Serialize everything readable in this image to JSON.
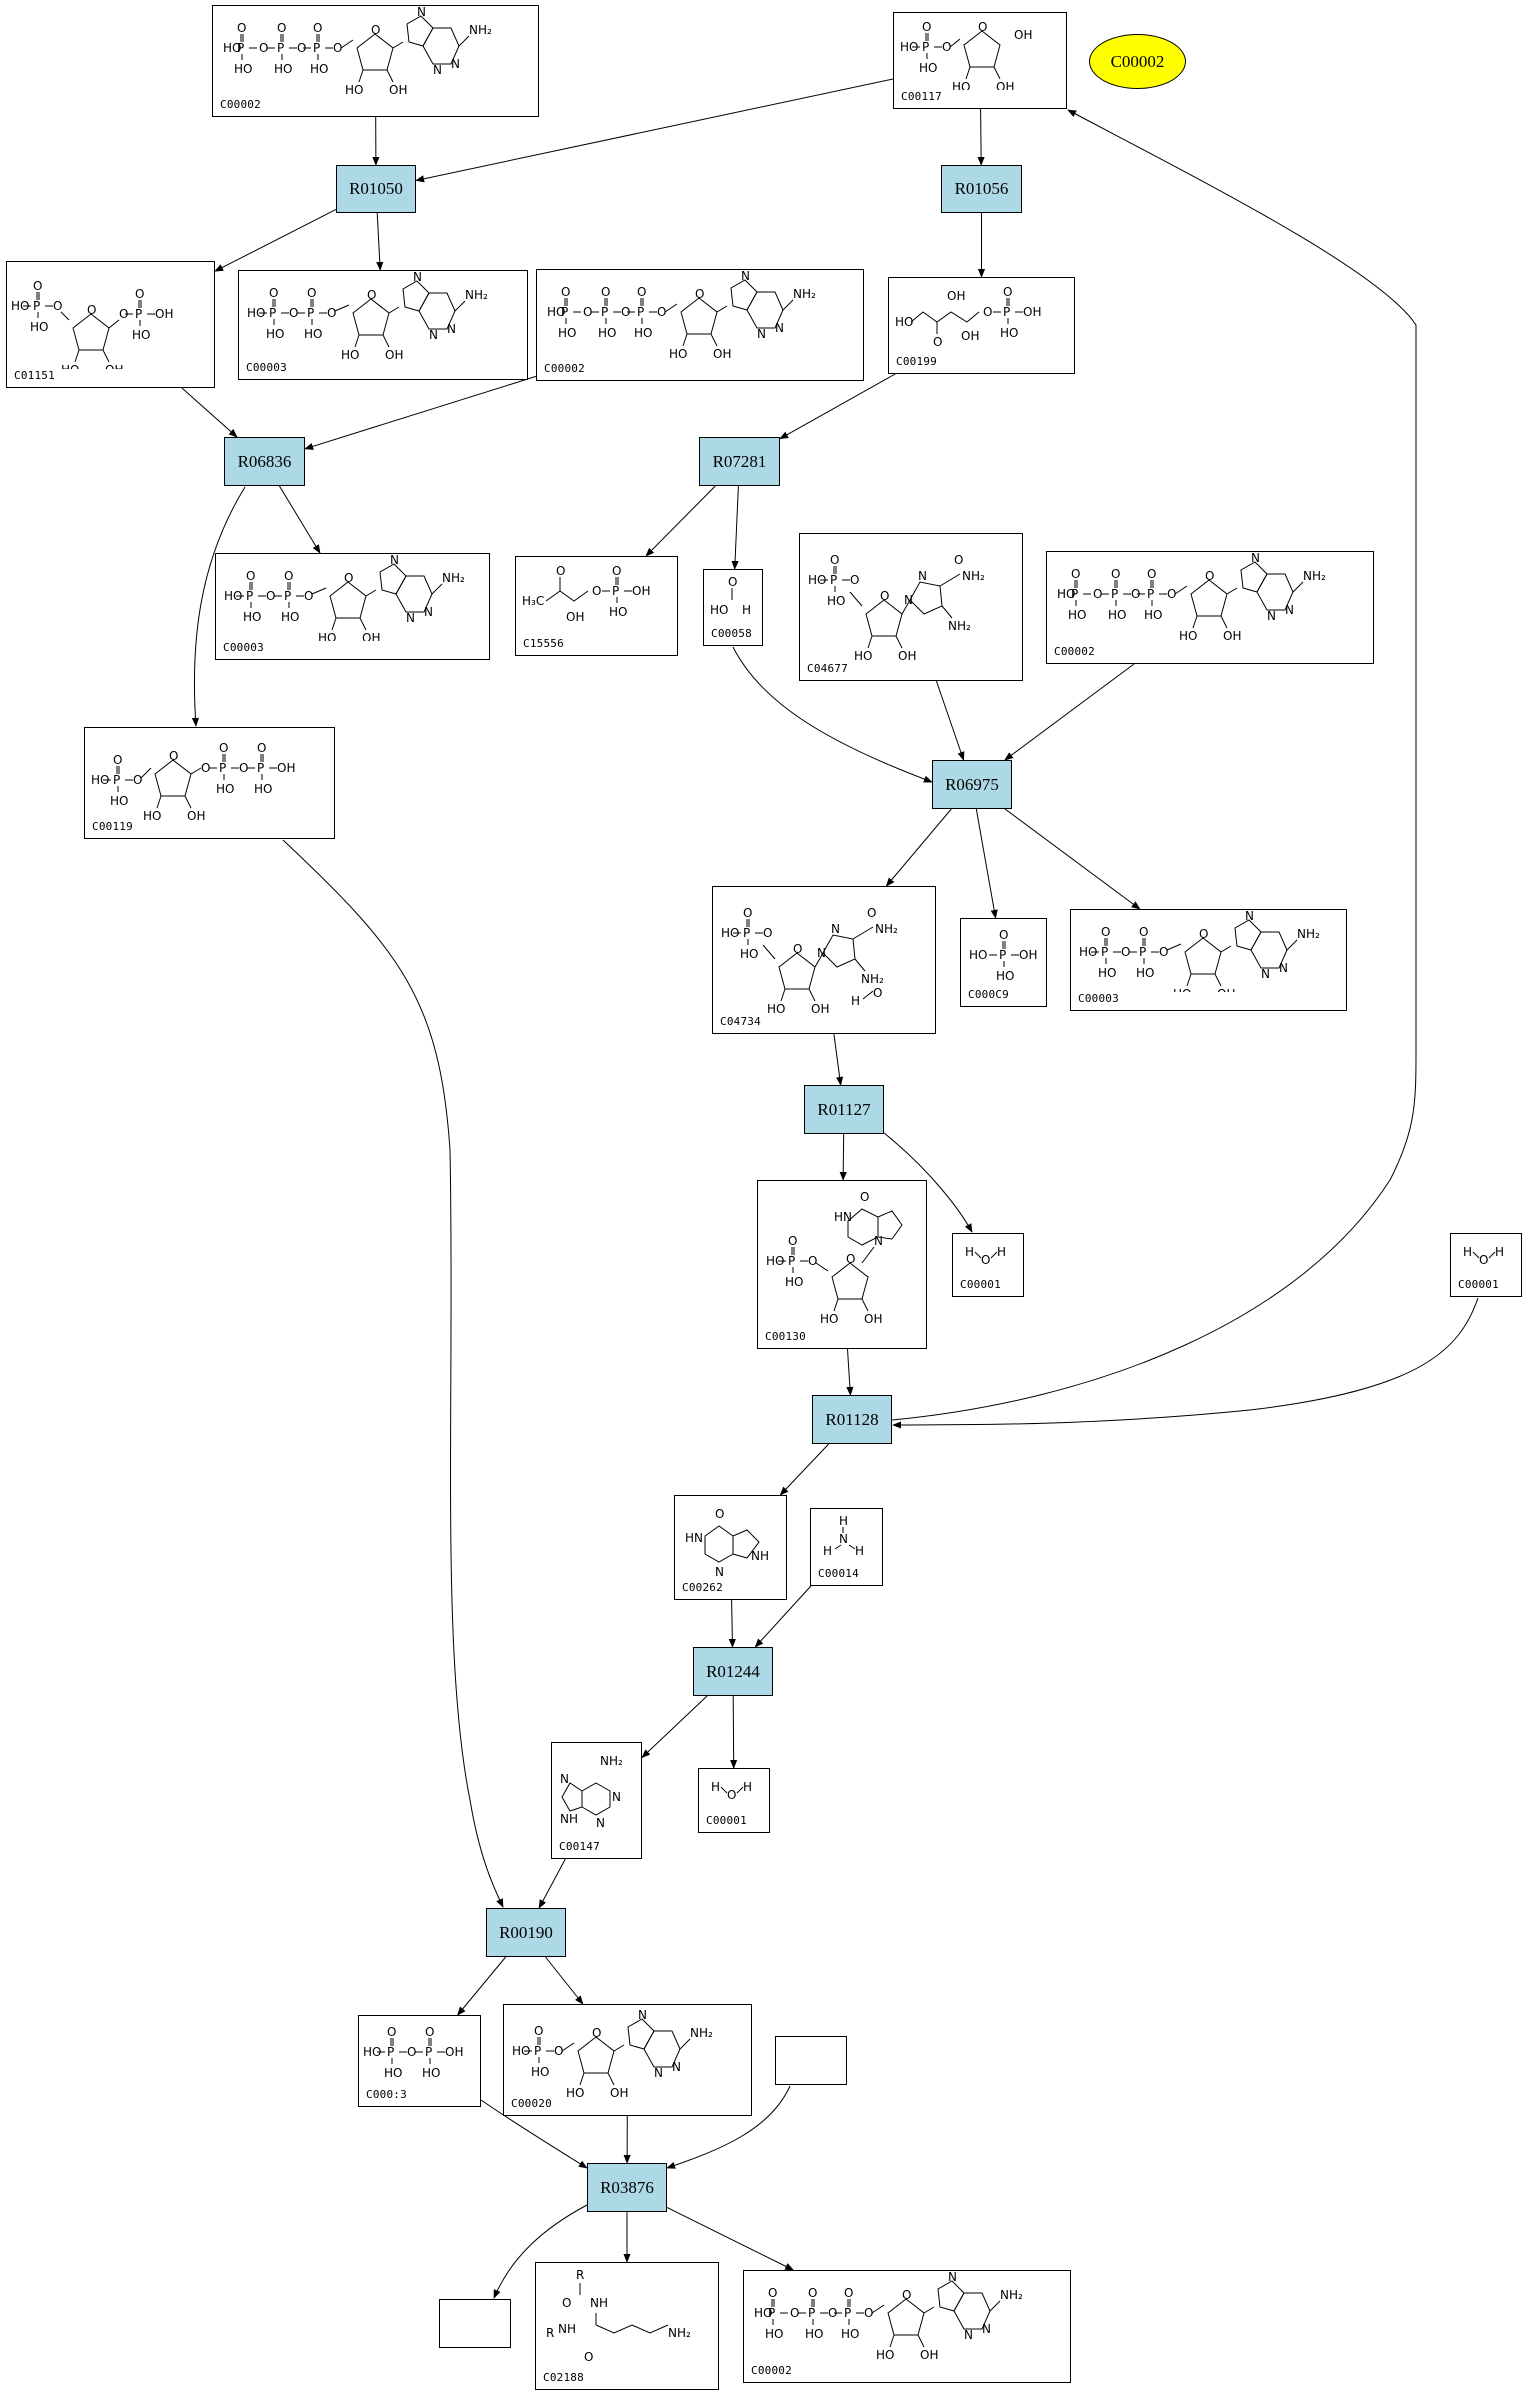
{
  "diagram": {
    "type": "metabolic-pathway-graph",
    "legend_node": {
      "label": "C00002",
      "color": "#ffff00"
    },
    "reaction_color": "#add8e6",
    "reactions": [
      {
        "id": "R01050",
        "label": "R01050"
      },
      {
        "id": "R01056",
        "label": "R01056"
      },
      {
        "id": "R06836",
        "label": "R06836"
      },
      {
        "id": "R07281",
        "label": "R07281"
      },
      {
        "id": "R06975",
        "label": "R06975"
      },
      {
        "id": "R01127",
        "label": "R01127"
      },
      {
        "id": "R01128",
        "label": "R01128"
      },
      {
        "id": "R01244",
        "label": "R01244"
      },
      {
        "id": "R00190",
        "label": "R00190"
      },
      {
        "id": "R03876",
        "label": "R03876"
      }
    ],
    "compounds": [
      {
        "key": "c00002_a",
        "label": "C00002",
        "structure": "atp"
      },
      {
        "key": "c00117",
        "label": "C00117",
        "structure": "ribose5p"
      },
      {
        "key": "c01151",
        "label": "C01151",
        "structure": "ribose15bp"
      },
      {
        "key": "c00003_a",
        "label": "C00003",
        "structure": "adp"
      },
      {
        "key": "c00002_b",
        "label": "C00002",
        "structure": "atp"
      },
      {
        "key": "c00199",
        "label": "C00199",
        "structure": "ribulose5p"
      },
      {
        "key": "c00003_b",
        "label": "C00003",
        "structure": "adp"
      },
      {
        "key": "c15556",
        "label": "C15556",
        "structure": "hydroxyacetonep"
      },
      {
        "key": "c00058",
        "label": "C00058",
        "structure": "formate"
      },
      {
        "key": "c04677",
        "label": "C04677",
        "structure": "aicar"
      },
      {
        "key": "c00002_c",
        "label": "C00002",
        "structure": "atp"
      },
      {
        "key": "c00119",
        "label": "C00119",
        "structure": "prpp"
      },
      {
        "key": "c04734",
        "label": "C04734",
        "structure": "faicar"
      },
      {
        "key": "c00009",
        "label": "C000C9",
        "structure": "phosphate"
      },
      {
        "key": "c00003_c",
        "label": "C00003",
        "structure": "adp"
      },
      {
        "key": "c00130",
        "label": "C00130",
        "structure": "imp"
      },
      {
        "key": "c00001_a",
        "label": "C00001",
        "structure": "water"
      },
      {
        "key": "c00001_b",
        "label": "C00001",
        "structure": "water"
      },
      {
        "key": "c00262",
        "label": "C00262",
        "structure": "hypoxanthine"
      },
      {
        "key": "c00014",
        "label": "C00014",
        "structure": "ammonia"
      },
      {
        "key": "c00147",
        "label": "C00147",
        "structure": "adenine"
      },
      {
        "key": "c00001_c",
        "label": "C00001",
        "structure": "water"
      },
      {
        "key": "c00013",
        "label": "C000:3",
        "structure": "pyrophosphate"
      },
      {
        "key": "c00020",
        "label": "C00020",
        "structure": "amp"
      },
      {
        "key": "empty_a",
        "label": "",
        "structure": "none"
      },
      {
        "key": "empty_b",
        "label": "",
        "structure": "none"
      },
      {
        "key": "c02188",
        "label": "C02188",
        "structure": "lysine-protein"
      },
      {
        "key": "c00002_d",
        "label": "C00002",
        "structure": "atp"
      }
    ],
    "edges": [
      {
        "from": "c00002_a",
        "to": "R01050"
      },
      {
        "from": "c00117",
        "to": "R01050"
      },
      {
        "from": "R01050",
        "to": "c01151"
      },
      {
        "from": "R01050",
        "to": "c00003_a"
      },
      {
        "from": "c00117",
        "to": "R01056"
      },
      {
        "from": "R01056",
        "to": "c00199"
      },
      {
        "from": "c01151",
        "to": "R06836"
      },
      {
        "from": "c00002_b",
        "to": "R06836"
      },
      {
        "from": "R06836",
        "to": "c00003_b"
      },
      {
        "from": "R06836",
        "to": "c00119"
      },
      {
        "from": "c00199",
        "to": "R07281"
      },
      {
        "from": "R07281",
        "to": "c15556"
      },
      {
        "from": "R07281",
        "to": "c00058"
      },
      {
        "from": "c00058",
        "to": "R06975"
      },
      {
        "from": "c04677",
        "to": "R06975"
      },
      {
        "from": "c00002_c",
        "to": "R06975"
      },
      {
        "from": "R06975",
        "to": "c04734"
      },
      {
        "from": "R06975",
        "to": "c00009"
      },
      {
        "from": "R06975",
        "to": "c00003_c"
      },
      {
        "from": "c04734",
        "to": "R01127"
      },
      {
        "from": "R01127",
        "to": "c00130"
      },
      {
        "from": "R01127",
        "to": "c00001_a"
      },
      {
        "from": "c00130",
        "to": "R01128"
      },
      {
        "from": "c00001_b",
        "to": "R01128"
      },
      {
        "from": "R01128",
        "to": "c00117"
      },
      {
        "from": "R01128",
        "to": "c00262"
      },
      {
        "from": "c00262",
        "to": "R01244"
      },
      {
        "from": "c00014",
        "to": "R01244"
      },
      {
        "from": "R01244",
        "to": "c00147"
      },
      {
        "from": "R01244",
        "to": "c00001_c"
      },
      {
        "from": "c00119",
        "to": "R00190"
      },
      {
        "from": "c00147",
        "to": "R00190"
      },
      {
        "from": "R00190",
        "to": "c00013"
      },
      {
        "from": "R00190",
        "to": "c00020"
      },
      {
        "from": "c00013",
        "to": "R03876"
      },
      {
        "from": "c00020",
        "to": "R03876"
      },
      {
        "from": "empty_a",
        "to": "R03876"
      },
      {
        "from": "R03876",
        "to": "empty_b"
      },
      {
        "from": "R03876",
        "to": "c02188"
      },
      {
        "from": "R03876",
        "to": "c00002_d"
      }
    ]
  }
}
